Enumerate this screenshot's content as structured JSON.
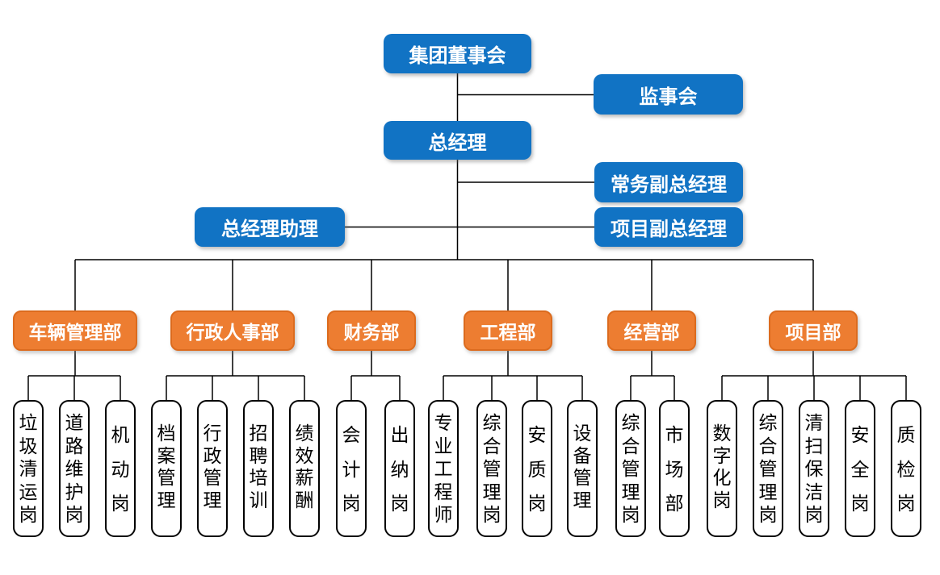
{
  "org": {
    "executive": {
      "board": "集团董事会",
      "supervisory_board": "监事会",
      "general_manager": "总经理",
      "executive_deputy_gm": "常务副总经理",
      "gm_assistant": "总经理助理",
      "project_deputy_gm": "项目副总经理"
    },
    "departments": [
      {
        "label": "车辆管理部",
        "posts": [
          "垃圾清运岗",
          "道路维护岗",
          "机动岗"
        ]
      },
      {
        "label": "行政人事部",
        "posts": [
          "档案管理",
          "行政管理",
          "招聘培训",
          "绩效薪酬"
        ]
      },
      {
        "label": "财务部",
        "posts": [
          "会计岗",
          "出纳岗"
        ]
      },
      {
        "label": "工程部",
        "posts": [
          "专业工程师",
          "综合管理岗",
          "安质岗",
          "设备管理"
        ]
      },
      {
        "label": "经营部",
        "posts": [
          "综合管理岗",
          "市场部"
        ]
      },
      {
        "label": "项目部",
        "posts": [
          "数字化岗",
          "综合管理岗",
          "清扫保洁岗",
          "安全岗",
          "质检岗"
        ]
      }
    ],
    "colors": {
      "executive_node_blue": "#1173C4",
      "department_node_orange": "#ED7D31",
      "department_border_orange": "#DC6B1E",
      "post_node_fill": "#FFFFFF",
      "post_node_border": "#000000",
      "connector_line": "#000000",
      "node_text_light": "#FFFFFF",
      "post_text_dark": "#000000"
    }
  }
}
